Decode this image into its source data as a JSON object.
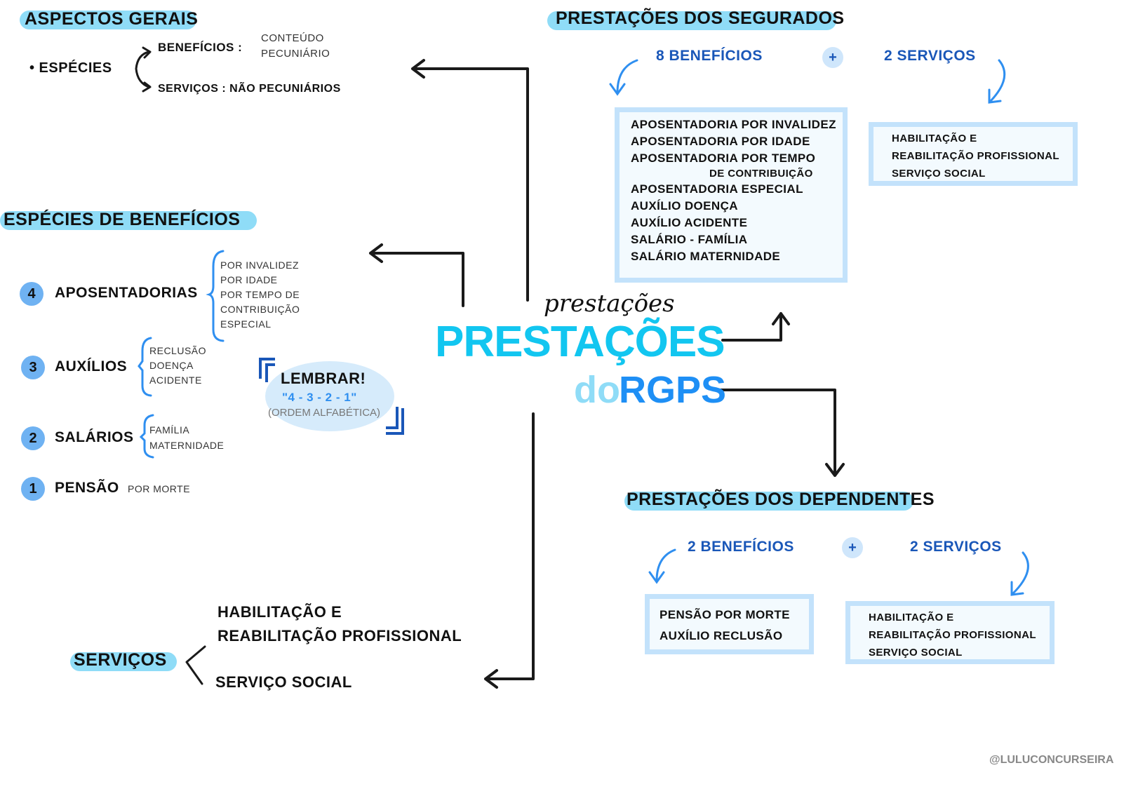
{
  "aspectos_gerais": {
    "title": "Aspectos Gerais",
    "especies_label": "• Espécies",
    "beneficios_label": "Benefícios :",
    "beneficios_desc": [
      "Conteúdo",
      "Pecuniário"
    ],
    "servicos_label": "Serviços : não pecuniários"
  },
  "especies_beneficios": {
    "title": "Espécies de Benefícios",
    "groups": [
      {
        "number": "4",
        "label": "Aposentadorias",
        "items": [
          "Por invalidez",
          "Por idade",
          "Por tempo de",
          "contribuição",
          "Especial"
        ]
      },
      {
        "number": "3",
        "label": "Auxílios",
        "items": [
          "Reclusão",
          "Doença",
          "Acidente"
        ]
      },
      {
        "number": "2",
        "label": "Salários",
        "items": [
          "Família",
          "Maternidade"
        ]
      },
      {
        "number": "1",
        "label": "Pensão",
        "items": [
          "por morte"
        ]
      }
    ],
    "lembrar": {
      "title": "Lembrar!",
      "sequence": "\"4 - 3 - 2 - 1\"",
      "note": "(ordem alfabética)"
    }
  },
  "center": {
    "title": "Prestações",
    "script": "prestações",
    "subtitle_do": "do",
    "subtitle_rgps": "RGPS"
  },
  "segurados": {
    "title": "Prestações dos segurados",
    "beneficios_count": "8 benefícios",
    "plus": "+",
    "servicos_count": "2 serviços",
    "beneficios": [
      "Aposentadoria por invalidez",
      "Aposentadoria por idade",
      "Aposentadoria por tempo",
      "de contribuição",
      "Aposentadoria especial",
      "Auxílio doença",
      "Auxílio acidente",
      "Salário - família",
      "Salário maternidade"
    ],
    "servicos": [
      "Habilitação e",
      "Reabilitação profissional",
      "Serviço social"
    ]
  },
  "dependentes": {
    "title": "Prestações dos dependentes",
    "beneficios_count": "2 benefícios",
    "plus": "+",
    "servicos_count": "2 serviços",
    "beneficios": [
      "Pensão por morte",
      "Auxílio reclusão"
    ],
    "servicos": [
      "Habilitação e",
      "Reabilitação profissional",
      "Serviço social"
    ]
  },
  "servicos": {
    "title": "Serviços",
    "items": [
      "Habilitação e",
      "Reabilitação profissional",
      "Serviço social"
    ]
  },
  "credit": "@luluconcurseira",
  "colors": {
    "highlight": "#8fdcf7",
    "box_border": "#c3e2fb",
    "accent_blue": "#1a57b8",
    "cyan": "#12c6f0"
  }
}
